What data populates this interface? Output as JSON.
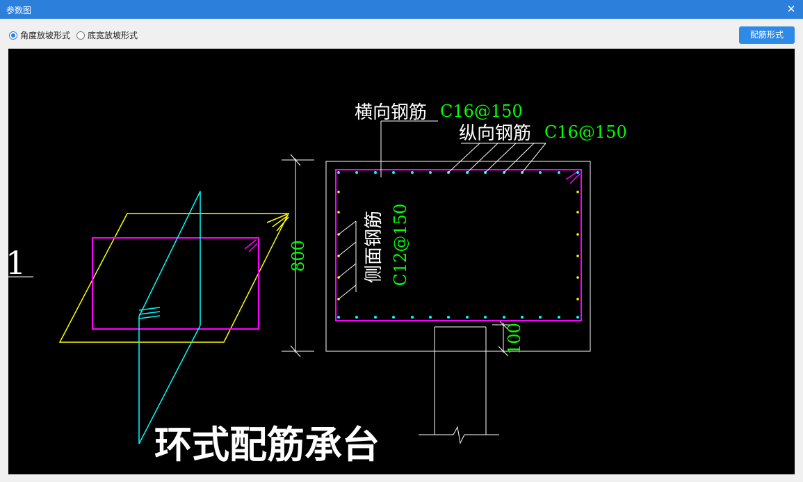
{
  "window": {
    "title": "参数图",
    "close_glyph": "✕"
  },
  "options": [
    {
      "label": "角度放坡形式",
      "checked": true
    },
    {
      "label": "底宽放坡形式",
      "checked": false
    }
  ],
  "toolbar": {
    "rebar_button_label": "配筋形式"
  },
  "drawing": {
    "left_mark": "1",
    "transverse_label": "横向钢筋",
    "transverse_spec": "C16@150",
    "longitudinal_label": "纵向钢筋",
    "longitudinal_spec": "C16@150",
    "side_label": "侧面钢筋",
    "side_spec": "C12@150",
    "dim_height": "800",
    "dim_cover": "100",
    "caption": "环式配筋承台"
  },
  "colors": {
    "titlebar": "#2d7fdc",
    "button": "#2d8ae6",
    "canvas": "#000000",
    "magenta": "#ff00ff",
    "yellow": "#ffff00",
    "cyan": "#00ffff",
    "green": "#00ff00",
    "white": "#ffffff"
  }
}
